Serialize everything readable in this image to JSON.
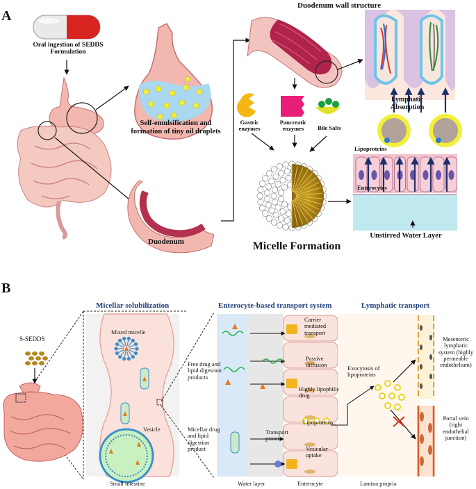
{
  "panel_a": {
    "letter": "A",
    "oral_ingestion": "Oral ingestion of SEDDS Formulation",
    "self_emulsification": "Self-emulsification and formation of tiny oil droplets",
    "duodenum": "Duodenum",
    "duodenum_wall": "Duodenum wall structure",
    "gastric_enzymes": "Gastric enzymes",
    "pancreatic_enzymes": "Pancreatic enzymes",
    "bile_salts": "Bile Salts",
    "micelle_formation": "Micelle Formation",
    "lymphatic_absorption": "Lymphatic Absorption",
    "lipoproteins": "Lipoproteins",
    "enterocytes": "Enterocytes",
    "unstirred_water_layer": "Unstirred Water Layer"
  },
  "panel_b": {
    "letter": "B",
    "micellar_solubilization": "Micellar solubilization",
    "enterocyte_transport": "Enterocyte-based transport system",
    "lymphatic_transport": "Lymphatic transport",
    "s_sedds": "S-SEDDS",
    "mixed_micelle": "Mixed micelle",
    "vesicle": "Vesicle",
    "small_intestine": "Small intestine",
    "free_drug": "Free drug and lipid digestion products",
    "micellar_drug": "Micellar drug and lipid digestion product",
    "carrier_mediated": "Carrier mediated transport",
    "passive_diffusion": "Passive diffusion",
    "highly_lipophilic": "Highly lipophilic drug",
    "lipoproteins": "Lipoproteins",
    "transport_protein": "Transport protein",
    "vesicular_uptake": "Vesicular uptake",
    "exocytosis": "Exocytosis of lipoproteins",
    "mesenteric": "Mesenteric lymphatic system (highly permeable endothelium)",
    "portal_vein": "Portal vein (tight endothelial junction)",
    "water_layer": "Water layer",
    "enterocyte": "Enterocyte",
    "lamina_propria": "Lamina propria"
  },
  "colors": {
    "stomach": "#f2b8b0",
    "gastric_fluid": "#a9d8f0",
    "oil_droplet": "#f3ef3a",
    "micelle_core": "#c8a020",
    "enterocyte_cell": "#f4c2cf",
    "water_layer_blue": "#bfe9ef",
    "arrow_navy": "#1c2f6b",
    "header_blue": "#1f3f7a"
  }
}
